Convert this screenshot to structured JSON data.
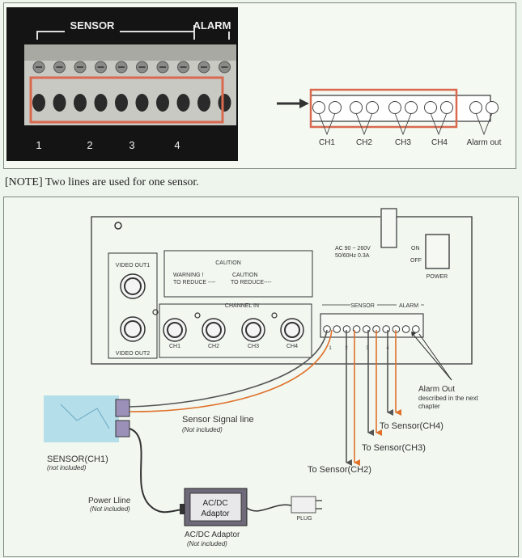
{
  "photo": {
    "sensor_label": "SENSOR",
    "alarm_label": "ALARM",
    "numbers": [
      "1",
      "2",
      "3",
      "4"
    ]
  },
  "terminal_diagram": {
    "channels": [
      "CH1",
      "CH2",
      "CH3",
      "CH4"
    ],
    "alarm_out": "Alarm out"
  },
  "note": "[NOTE] Two lines are used for one sensor.",
  "rear_panel": {
    "video_out1": "VIDEO OUT1",
    "video_out2": "VIDEO OUT2",
    "caution_title": "CAUTION",
    "warning_text": "WARNING !",
    "to_reduce_1": "TO REDUCE ----",
    "caution_text": "CAUTION",
    "to_reduce_2": "TO REDUCE----",
    "channel_in": "CHANNEL IN",
    "channels": [
      "CH1",
      "CH2",
      "CH3",
      "CH4"
    ],
    "power_spec_1": "AC 90 ~ 260V",
    "power_spec_2": "50/60Hz 0.3A",
    "on": "ON",
    "off": "OFF",
    "power": "POWER",
    "sensor": "SENSOR",
    "alarm": "ALARM",
    "terminal_numbers": [
      "1",
      "2",
      "3",
      "4"
    ]
  },
  "wiring": {
    "alarm_out": "Alarm Out",
    "alarm_out_desc_1": "described in the next",
    "alarm_out_desc_2": "chapter",
    "sensor_signal_line": "Sensor Signal line",
    "sensor_signal_note": "(Not included)",
    "sensor_name": "SENSOR(CH1)",
    "sensor_note": "(not included)",
    "to_ch4": "To Sensor(CH4)",
    "to_ch3": "To Sensor(CH3)",
    "to_ch2": "To Sensor(CH2)",
    "power_line": "Power Lline",
    "power_line_note": "(Not included)",
    "adaptor_box_1": "AC/DC",
    "adaptor_box_2": "Adaptor",
    "adaptor_label": "AC/DC Adaptor",
    "adaptor_note": "(Not included)",
    "plug": "PLUG"
  },
  "colors": {
    "highlight": "#d9694f",
    "orange_wire": "#e0702a",
    "dark_wire": "#555555",
    "sensor_box": "#9fd6e8"
  }
}
